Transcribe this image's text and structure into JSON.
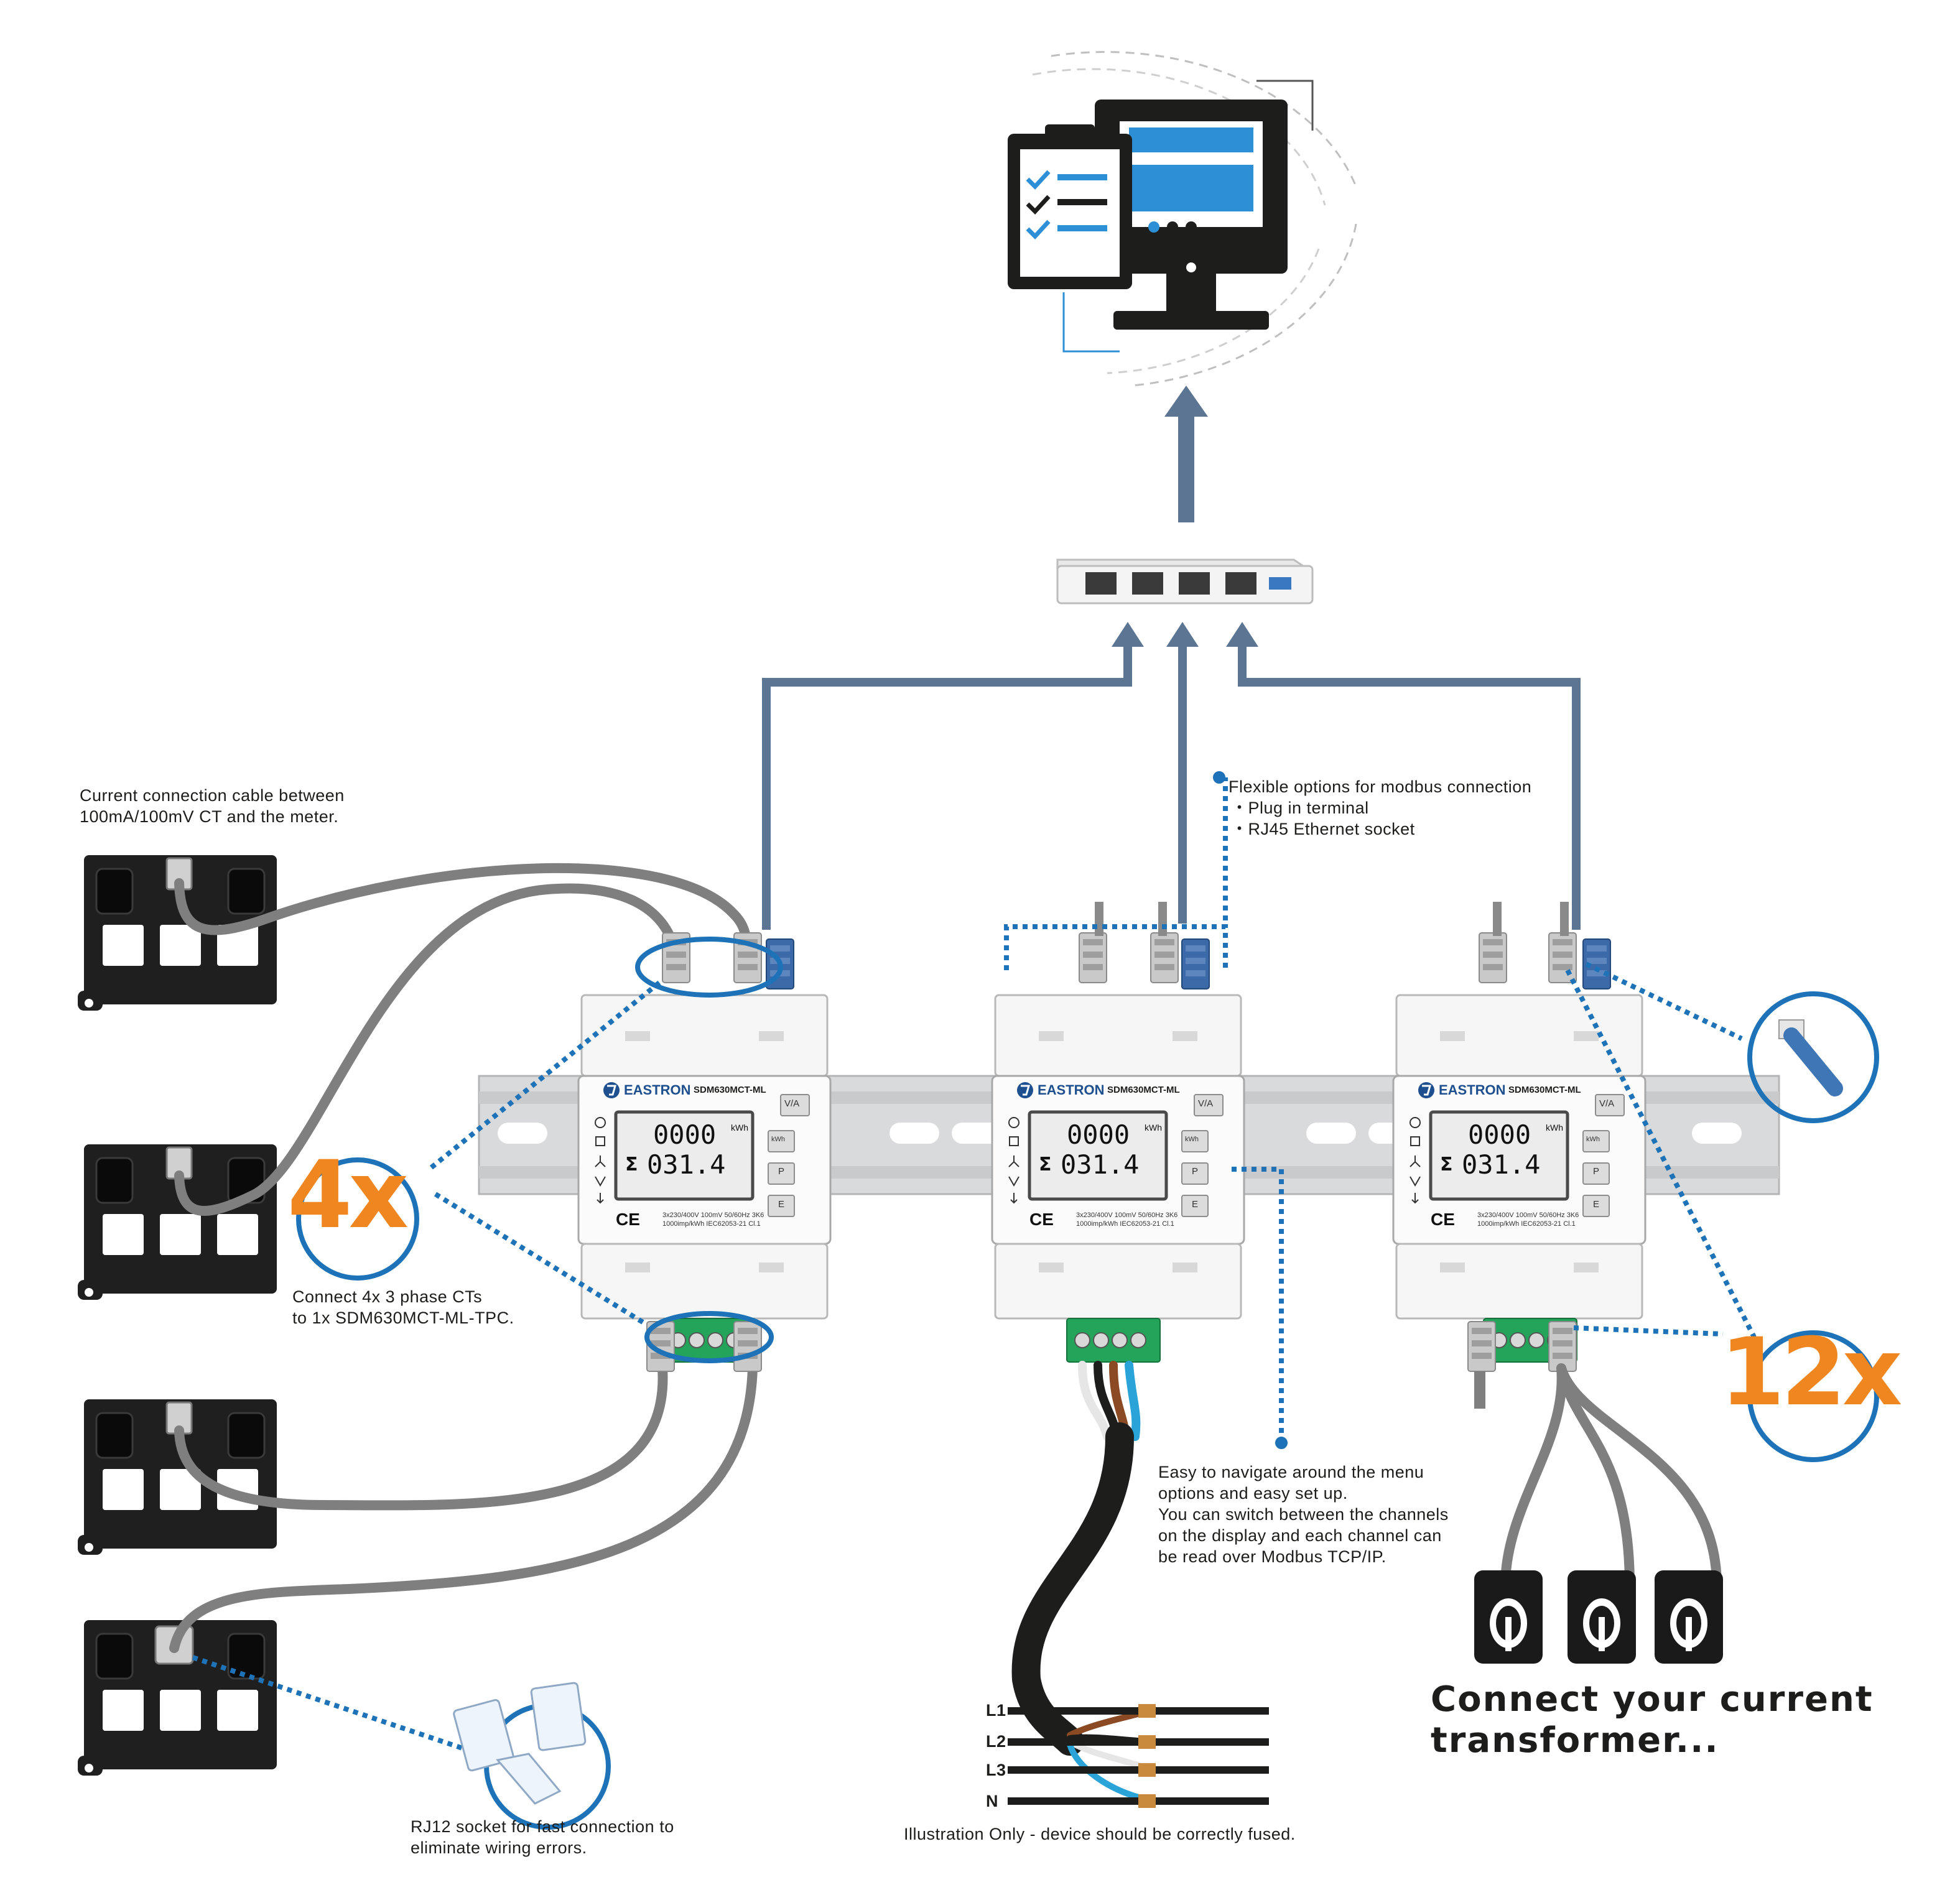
{
  "annotations": {
    "current_cable": [
      "Current connection cable between",
      "100mA/100mV CT and the meter."
    ],
    "modbus_options": {
      "title": "Flexible options for modbus connection",
      "items": [
        "・Plug in terminal",
        "・RJ45 Ethernet socket"
      ]
    },
    "connect_4x": [
      "Connect 4x 3 phase CTs",
      "to 1x SDM630MCT-ML-TPC."
    ],
    "navigate": [
      "Easy to navigate around the menu",
      "options and easy set up.",
      "You can switch between the channels",
      "on the display and each channel can",
      "be read over Modbus TCP/IP."
    ],
    "rj12": [
      "RJ12 socket for fast connection to",
      "eliminate wiring errors."
    ],
    "fuse_note": "Illustration Only - device should be correctly fused.",
    "connect_ct": [
      "Connect your current",
      "transformer..."
    ]
  },
  "badges": {
    "left": "4x",
    "right": "12x"
  },
  "meter": {
    "brand": "EASTRON",
    "model": "SDM630MCT-ML",
    "reading_top": "0000",
    "reading_bottom": "031.4",
    "sigma": "Σ",
    "unit": "kWh",
    "spec_line1": "3x230/400V  100mV  50/60Hz  3K6",
    "spec_line2": "1000imp/kWh   IEC62053-21  Cl.1",
    "buttons": [
      "V/A",
      "kWh",
      "P",
      "E"
    ],
    "ce_mark": "CE"
  },
  "phases": [
    "L1",
    "L2",
    "L3",
    "N"
  ],
  "colors": {
    "network": "#5b7593",
    "dotted": "#1e73b8",
    "badge": "#f0861f",
    "monitor_blue": "#2d8fd5",
    "cable_grey": "#7f7f7f",
    "ct_black": "#1f1f1f",
    "rail": "#d9dadb",
    "terminal_green": "#23a45a"
  },
  "icons": [
    "computer-monitor-icon",
    "clipboard-checklist-icon",
    "ethernet-switch-icon",
    "rj45-connector-icon",
    "rj12-connector-icon"
  ]
}
